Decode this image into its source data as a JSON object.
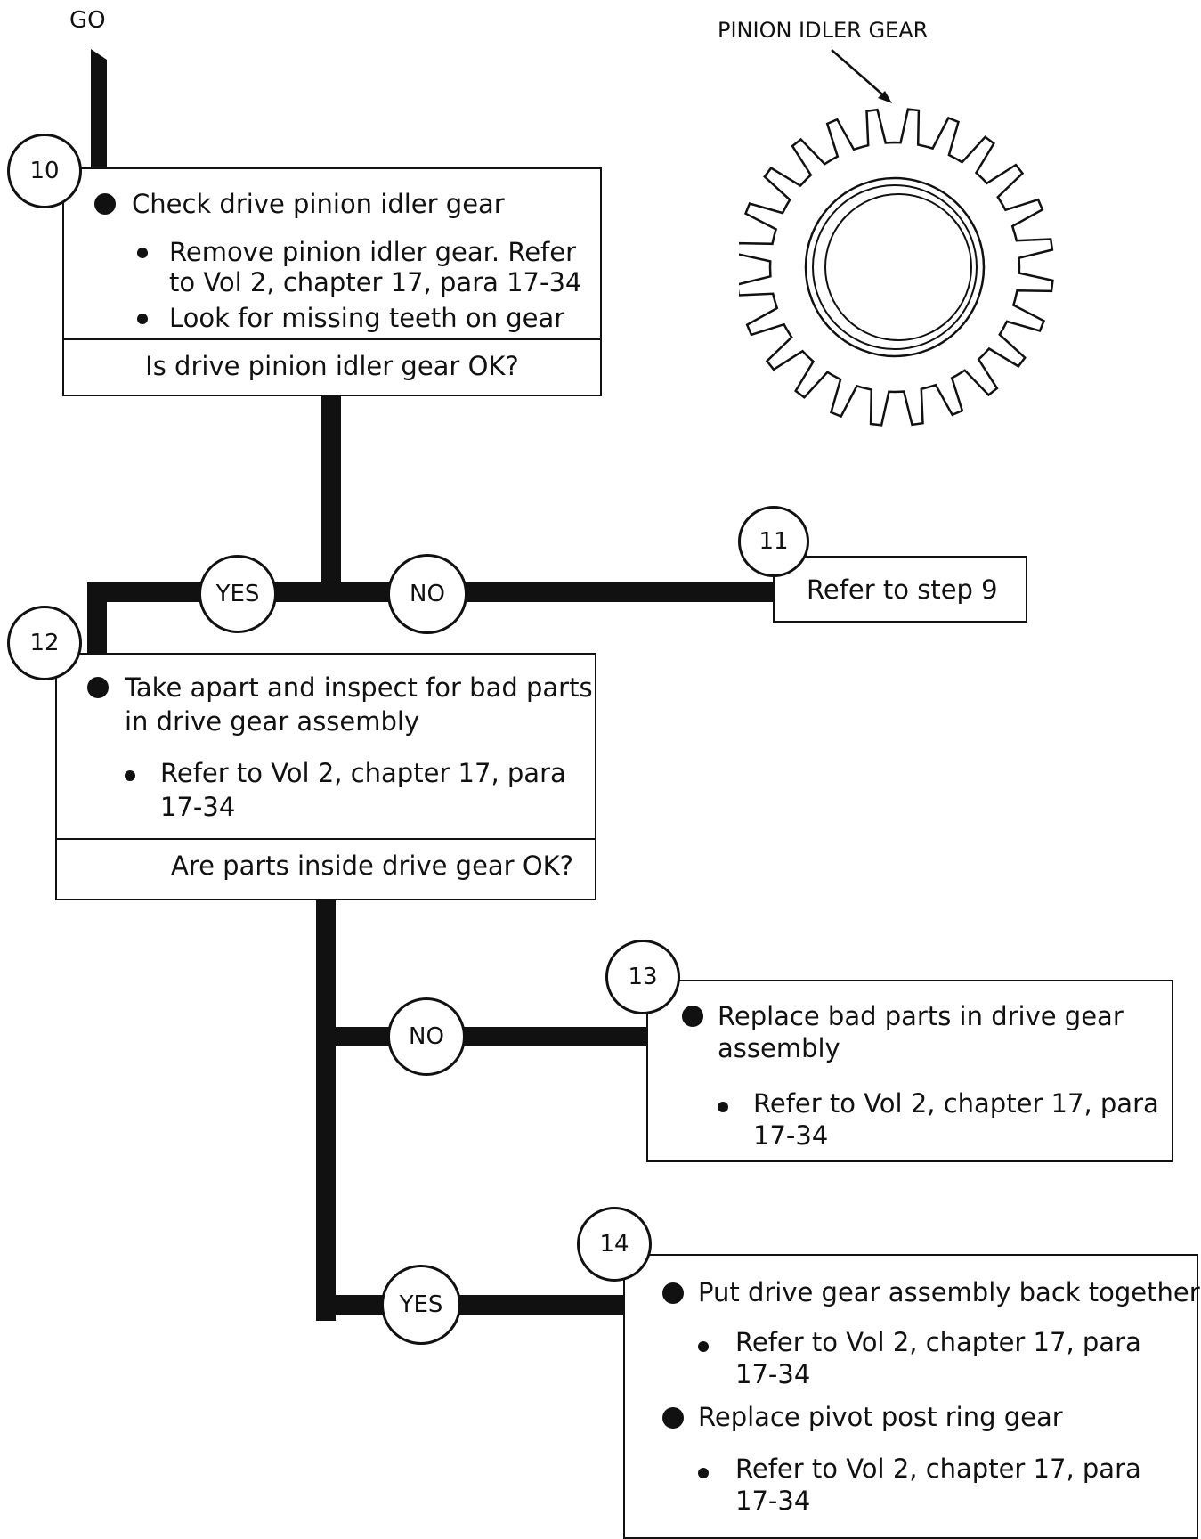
{
  "go_label": "GO",
  "gear_label": "PINION IDLER GEAR",
  "step10": {
    "number": "10",
    "bullet1": "Check drive pinion idler gear",
    "sub1_line1": "Remove pinion idler gear.  Refer",
    "sub1_line2": "to Vol 2, chapter 17, para 17-34",
    "sub2": "Look for missing teeth on gear",
    "question": "Is drive pinion idler gear OK?"
  },
  "branch1": {
    "yes": "YES",
    "no": "NO"
  },
  "step11": {
    "number": "11",
    "text": "Refer to step  9"
  },
  "step12": {
    "number": "12",
    "bullet1_line1": "Take apart and inspect for bad parts",
    "bullet1_line2": "in drive gear assembly",
    "sub1_line1": "Refer to Vol 2, chapter 17, para",
    "sub1_line2": "17-34",
    "question": "Are parts inside drive gear OK?"
  },
  "branch2": {
    "no": "NO",
    "yes": "YES"
  },
  "step13": {
    "number": "13",
    "bullet1_line1": "Replace bad parts in drive gear",
    "bullet1_line2": "assembly",
    "sub1_line1": "Refer to Vol 2, chapter 17, para",
    "sub1_line2": "17-34"
  },
  "step14": {
    "number": "14",
    "bullet1": "Put drive gear assembly back together",
    "sub1_line1": "Refer to Vol 2, chapter 17, para",
    "sub1_line2": "17-34",
    "bullet2": "Replace pivot post ring gear",
    "sub2_line1": "Refer to Vol 2, chapter 17, para",
    "sub2_line2": "17-34"
  }
}
